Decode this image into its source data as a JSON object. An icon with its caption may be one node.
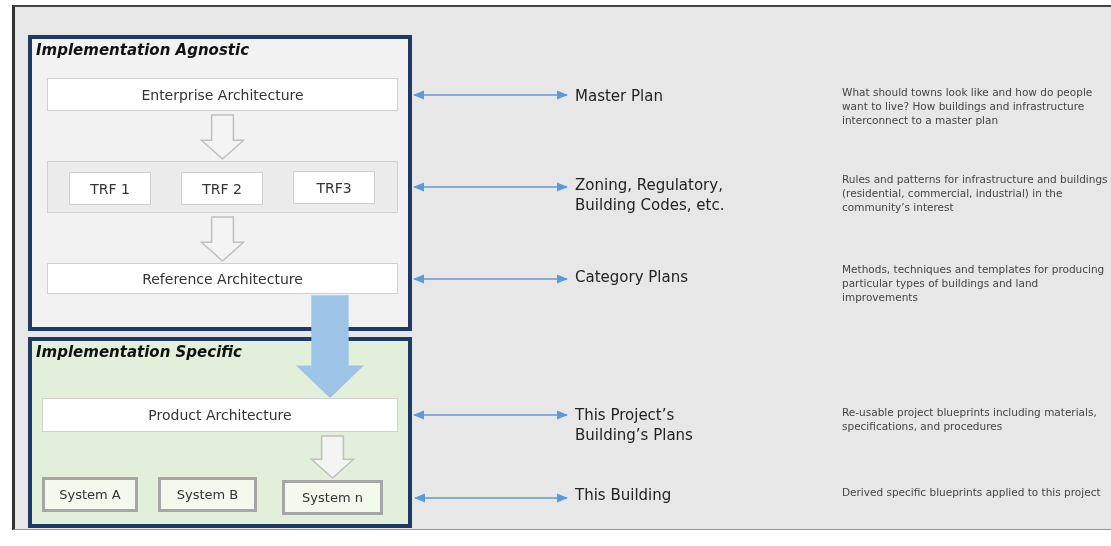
{
  "diagram": {
    "nodes": [
      {
        "text": [
          "Implementation Agnostic"
        ]
      },
      {
        "text": [
          "Enterprise Architecture"
        ],
        "in": 0
      },
      {
        "text": [],
        "shape": "box",
        "in": 0
      },
      {
        "text": [
          "TRF 1"
        ],
        "in": 2
      },
      {
        "text": [
          "TRF 2"
        ],
        "in": 2
      },
      {
        "text": [
          "TRF3"
        ],
        "in": 2
      },
      {
        "text": [
          "Reference Architecture"
        ],
        "in": 0
      },
      {
        "text": [
          "Implementation Specific"
        ]
      },
      {
        "text": [
          "Product Architecture"
        ],
        "in": 7
      },
      {
        "text": [
          "System A"
        ],
        "in": 7
      },
      {
        "text": [
          "System B"
        ],
        "in": 7
      },
      {
        "text": [
          "System n"
        ],
        "in": 7
      },
      {
        "text": [
          "Master Plan"
        ]
      },
      {
        "text": [
          "Zoning, Regulatory, Building Codes, etc."
        ]
      },
      {
        "text": [
          "Category Plans"
        ]
      },
      {
        "text": [
          "This Project’s Building’s Plans"
        ]
      },
      {
        "text": [
          "This Building"
        ]
      }
    ],
    "labels": [
      "What should towns look like and how do people want to live? How buildings and infrastructure interconnect to a master plan",
      "Rules and patterns for infrastructure and buildings (residential, commercial, industrial) in the community’s interest",
      "Methods, techniques and templates for producing particular types of buildings and land improvements",
      "Re-usable project blueprints including materials, specifications, and procedures",
      "Derived specific blueprints applied to this project"
    ],
    "edges": [
      {
        "from": 1,
        "to": 2,
        "arrow": "to",
        "style": "thick",
        "color": "#c0c0c0"
      },
      {
        "from": 2,
        "to": 6,
        "arrow": "to",
        "style": "thick",
        "color": "#c0c0c0"
      },
      {
        "from": 6,
        "to": 8,
        "arrow": "to",
        "style": "thick",
        "color": "#9dc3e6"
      },
      {
        "from": 8,
        "to": 11,
        "arrow": "to",
        "style": "thick",
        "color": "#c0c0c0"
      },
      {
        "from": 1,
        "to": 12,
        "arrow": "both"
      },
      {
        "from": 2,
        "to": 13,
        "arrow": "both"
      },
      {
        "from": 6,
        "to": 14,
        "arrow": "both"
      },
      {
        "from": 8,
        "to": 15,
        "arrow": "both"
      },
      {
        "from": 11,
        "to": 16,
        "arrow": "both"
      }
    ]
  }
}
